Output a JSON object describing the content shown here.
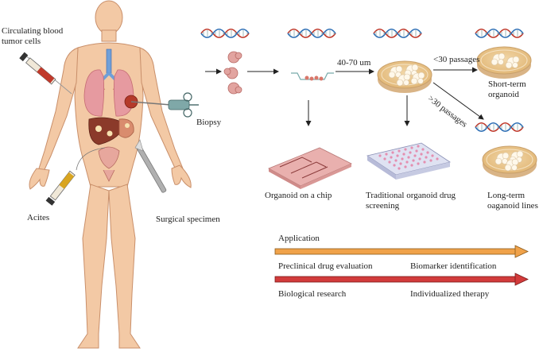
{
  "labels": {
    "circulating_line1": "Circulating blood",
    "circulating_line2": "tumor cells",
    "biopsy": "Biopsy",
    "acites": "Acites",
    "surgical": "Surgical specimen",
    "range": "40-70 um",
    "lt30": "<30 passages",
    "gt30": ">30 passages",
    "short_line1": "Short-term",
    "short_line2": "organoid",
    "chip": "Organoid on a chip",
    "trad_line1": "Traditional organoid drug",
    "trad_line2": "screening",
    "long_line1": "Long-term",
    "long_line2": "oaganoid lines",
    "application": "Application",
    "preclinical": "Preclinical drug evaluation",
    "biomarker": "Biomarker identification",
    "bio_research": "Biological research",
    "individualized": "Individualized therapy"
  },
  "colors": {
    "skin": "#f3c9a5",
    "skin_line": "#c98f6a",
    "lung": "#e69aa0",
    "liver": "#8b3a2a",
    "trachea": "#6f9fd8",
    "dna_red": "#c0392b",
    "dna_blue": "#2e6fb5",
    "dish_rim": "#e8c9a0",
    "dish_medium": "#e9c48a",
    "orange_arrow": "#f0a24a",
    "red_arrow": "#d23b3b",
    "chip": "#e9b0ae",
    "plate": "#cfd3ea",
    "well": "#e48fb0"
  }
}
